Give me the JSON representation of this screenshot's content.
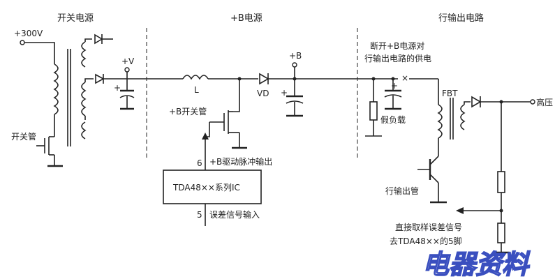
{
  "sections": {
    "switch_psu": "开关电源",
    "b_psu": "+B电源",
    "line_output": "行输出电路"
  },
  "labels": {
    "v300": "+300V",
    "plus_v": "+V",
    "plus_b": "+B",
    "inductor": "L",
    "diode_vd": "VD",
    "switch_tube": "开关管",
    "b_switch_tube": "+B开关管",
    "pin6": "6",
    "drive_out": "+B驱动脉冲输出",
    "ic": "TDA48××系列IC",
    "pin5": "5",
    "error_in": "误差信号输入",
    "disconnect_1": "断开+B电源对",
    "disconnect_2": "行输出电路的供电",
    "dummy_load": "假负载",
    "fbt": "FBT",
    "high_voltage": "高压",
    "line_output_tube": "行输出管",
    "sample_1": "直接取样误差信号",
    "sample_2": "去TDA48××的5脚",
    "watermark": "电器资料"
  },
  "colors": {
    "line": "#222222",
    "watermark": "#3a4fbf"
  },
  "icons": [
    "diode-icon",
    "inductor-icon",
    "capacitor-icon",
    "transformer-icon",
    "mosfet-icon",
    "transistor-icon",
    "resistor-icon",
    "arrow-icon"
  ]
}
